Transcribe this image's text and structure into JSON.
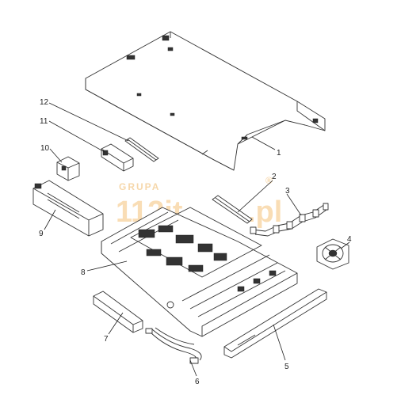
{
  "watermark": {
    "brand_top": "GRUPA",
    "brand_main": "112it",
    "brand_suffix": ".pl",
    "registered": "®",
    "color": "#f5c27a"
  },
  "callouts": [
    "1",
    "2",
    "3",
    "4",
    "5",
    "6",
    "7",
    "8",
    "9",
    "10",
    "11",
    "12"
  ]
}
